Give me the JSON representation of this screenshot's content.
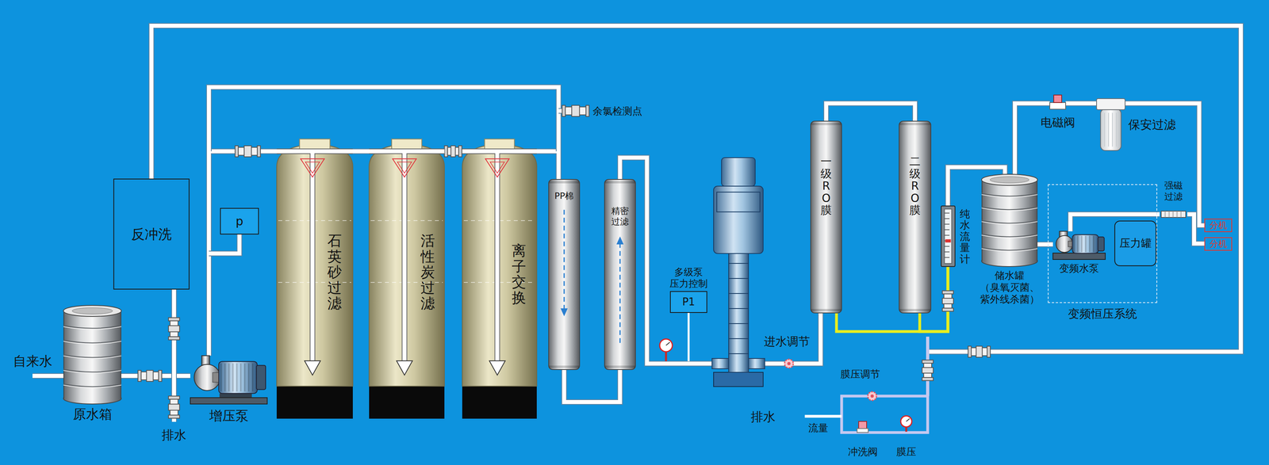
{
  "diagram": {
    "nodes": [
      {
        "text": [
          "反冲洗"
        ]
      },
      {
        "text": [
          "原水箱"
        ]
      },
      {
        "text": [
          "p"
        ]
      },
      {
        "text": [
          "增压泵"
        ]
      },
      {
        "text": [
          "石英砂过滤"
        ]
      },
      {
        "text": [
          "活性炭过滤"
        ]
      },
      {
        "text": [
          "离子交换"
        ]
      },
      {
        "text": [
          "PP棉"
        ]
      },
      {
        "text": [
          "精密 过滤"
        ]
      },
      {
        "text": [
          "多级泵 压力控制",
          "P1"
        ]
      },
      {
        "text": [
          "一级RO膜"
        ]
      },
      {
        "text": [
          "二级RO膜"
        ]
      },
      {
        "text": [
          "纯水流量计"
        ]
      },
      {
        "text": [
          "储水罐 （臭氧灭菌、 紫外线杀菌）"
        ]
      },
      {
        "text": [
          "变频恒压系统"
        ]
      },
      {
        "text": [
          "变频水泵"
        ],
        "in": 14
      },
      {
        "text": [
          "压力罐"
        ],
        "in": 14
      },
      {
        "text": [
          "电磁阀"
        ]
      },
      {
        "text": [
          "保安过滤"
        ]
      },
      {
        "text": [
          "强磁 过滤"
        ]
      },
      {
        "text": [
          "分机"
        ]
      },
      {
        "text": [
          "分机"
        ]
      }
    ],
    "edges": [
      {
        "from": 1,
        "to": 3,
        "arrow": "none"
      },
      {
        "from": 3,
        "to": 4,
        "arrow": "none"
      },
      {
        "from": 4,
        "to": 5,
        "arrow": "none"
      },
      {
        "from": 5,
        "to": 6,
        "arrow": "none"
      },
      {
        "from": 6,
        "to": 7,
        "arrow": "none"
      },
      {
        "from": 7,
        "to": 8,
        "arrow": "none"
      },
      {
        "from": 8,
        "to": 10,
        "arrow": "none"
      },
      {
        "from": 10,
        "to": 11,
        "arrow": "none"
      },
      {
        "from": 10,
        "to": 12,
        "arrow": "none"
      },
      {
        "from": 11,
        "to": 12,
        "arrow": "none"
      },
      {
        "from": 12,
        "to": 13,
        "arrow": "none"
      },
      {
        "from": 13,
        "to": 17,
        "arrow": "none"
      },
      {
        "from": 17,
        "to": 18,
        "arrow": "none"
      },
      {
        "from": 18,
        "to": 20,
        "arrow": "none"
      },
      {
        "from": 13,
        "to": 15,
        "arrow": "none"
      },
      {
        "from": 15,
        "to": 19,
        "arrow": "none"
      },
      {
        "from": 19,
        "to": 21,
        "arrow": "none"
      }
    ],
    "labels": [
      "自来水",
      "排水",
      "余氯检测点",
      "进水调节",
      "膜压调节",
      "排水",
      "流量",
      "冲洗阀",
      "膜压"
    ]
  }
}
